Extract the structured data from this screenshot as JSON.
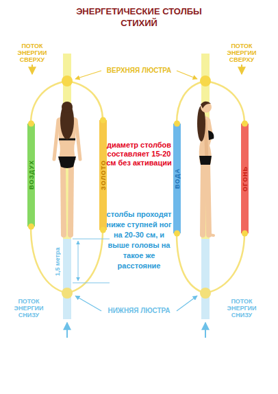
{
  "diagram": {
    "title": "ЭНЕРГЕТИЧЕСКИЕ СТОЛБЫ СТИХИЙ",
    "nodes": [
      {
        "text": [
          "ВОЗДУХ"
        ]
      },
      {
        "text": [
          "ЗОЛОТО"
        ]
      },
      {
        "text": [
          "ВОДА"
        ]
      },
      {
        "text": [
          "ОГОНЬ"
        ]
      }
    ],
    "labels": [
      "ПОТОК ЭНЕРГИИ СВЕРХУ",
      "ПОТОК ЭНЕРГИИ СВЕРХУ",
      "ВЕРХНЯЯ ЛЮСТРА",
      "диаметр столбов составляет 15-20 см без активации",
      "столбы проходят ниже ступней ног на 20-30 см, и выше головы на такое же расстояние",
      "1,5 метра",
      "ПОТОК ЭНЕРГИИ СНИЗУ",
      "НИЖНЯЯ ЛЮСТРА",
      "ПОТОК ЭНЕРГИИ СНИЗУ"
    ]
  }
}
